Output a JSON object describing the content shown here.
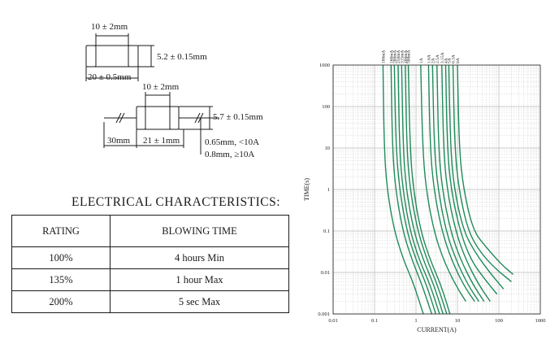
{
  "drawing": {
    "top_fuse": {
      "body_length": "10 ± 2mm",
      "diameter": "5.2 ± 0.15mm",
      "overall_length": "20 ± 0.5mm"
    },
    "lead_fuse": {
      "body_length": "10 ± 2mm",
      "diameter": "5.7 ± 0.15mm",
      "lead_length": "30mm",
      "cap_to_cap": "21 ± 1mm",
      "lead_dia_small": "0.65mm, <10A",
      "lead_dia_large": "0.8mm, ≥10A"
    }
  },
  "electrical": {
    "title": "ELECTRICAL CHARACTERISTICS:",
    "headers": [
      "RATING",
      "BLOWING TIME"
    ],
    "rows": [
      {
        "rating": "100%",
        "time": "4 hours Min"
      },
      {
        "rating": "135%",
        "time": "1 hour Max"
      },
      {
        "rating": "200%",
        "time": "5 sec Max"
      }
    ]
  },
  "colors": {
    "curve": "#1f8a5a",
    "grid": "#b8b8b8"
  },
  "chart_data": {
    "type": "line",
    "xlabel": "CURRENT(A)",
    "ylabel": "TIME(s)",
    "x_scale": "log",
    "y_scale": "log",
    "xlim": [
      0.01,
      1000
    ],
    "ylim": [
      0.001,
      1000
    ],
    "x_ticks": [
      "0.01",
      "0.1",
      "1",
      "10",
      "100",
      "1000"
    ],
    "y_ticks": [
      "1000",
      "100",
      "10",
      "1",
      "0.1",
      "0.01",
      "0.001"
    ],
    "grid": true,
    "series": [
      {
        "name": "100mA",
        "x": [
          0.16,
          0.17,
          0.2,
          0.3,
          0.5,
          0.9,
          1.5
        ],
        "y": [
          1000,
          10,
          1,
          0.1,
          0.02,
          0.005,
          0.001
        ]
      },
      {
        "name": "160mA",
        "x": [
          0.25,
          0.27,
          0.32,
          0.48,
          0.8,
          1.4,
          2.4
        ],
        "y": [
          1000,
          10,
          1,
          0.1,
          0.02,
          0.005,
          0.001
        ]
      },
      {
        "name": "200mA",
        "x": [
          0.3,
          0.33,
          0.4,
          0.6,
          1.0,
          1.8,
          3.0
        ],
        "y": [
          1000,
          10,
          1,
          0.1,
          0.02,
          0.005,
          0.001
        ]
      },
      {
        "name": "250mA",
        "x": [
          0.37,
          0.4,
          0.48,
          0.72,
          1.2,
          2.2,
          3.7
        ],
        "y": [
          1000,
          10,
          1,
          0.1,
          0.02,
          0.005,
          0.001
        ]
      },
      {
        "name": "315mA",
        "x": [
          0.45,
          0.49,
          0.58,
          0.88,
          1.5,
          2.7,
          4.5
        ],
        "y": [
          1000,
          10,
          1,
          0.1,
          0.02,
          0.005,
          0.001
        ]
      },
      {
        "name": "400mA",
        "x": [
          0.55,
          0.6,
          0.72,
          1.1,
          1.85,
          3.3,
          5.5
        ],
        "y": [
          1000,
          10,
          1,
          0.1,
          0.02,
          0.005,
          0.001
        ]
      },
      {
        "name": "500mA",
        "x": [
          0.65,
          0.72,
          0.86,
          1.3,
          2.2,
          4.0,
          6.6
        ],
        "y": [
          1000,
          10,
          1,
          0.1,
          0.02,
          0.005,
          0.001
        ]
      },
      {
        "name": "1A",
        "x": [
          1.3,
          1.45,
          1.75,
          2.7,
          4.6,
          9.0,
          16
        ],
        "y": [
          1000,
          10,
          1,
          0.1,
          0.02,
          0.005,
          0.002
        ]
      },
      {
        "name": "1.6A",
        "x": [
          2.0,
          2.2,
          2.7,
          4.2,
          7.2,
          14,
          26
        ],
        "y": [
          1000,
          10,
          1,
          0.1,
          0.02,
          0.005,
          0.002
        ]
      },
      {
        "name": "2A",
        "x": [
          2.5,
          2.75,
          3.4,
          5.3,
          9.2,
          18,
          33
        ],
        "y": [
          1000,
          10,
          1,
          0.1,
          0.02,
          0.005,
          0.002
        ]
      },
      {
        "name": "2.5A",
        "x": [
          3.2,
          3.5,
          4.3,
          6.8,
          12,
          24,
          44
        ],
        "y": [
          1000,
          10,
          1,
          0.1,
          0.02,
          0.005,
          0.002
        ]
      },
      {
        "name": "3.15A",
        "x": [
          4.2,
          4.6,
          5.6,
          9.0,
          16,
          33,
          62
        ],
        "y": [
          1000,
          10,
          1,
          0.1,
          0.02,
          0.005,
          0.002
        ]
      },
      {
        "name": "4A",
        "x": [
          5.2,
          5.7,
          7.0,
          11.5,
          21,
          45,
          90
        ],
        "y": [
          1000,
          10,
          1,
          0.1,
          0.02,
          0.007,
          0.003
        ]
      },
      {
        "name": "5A",
        "x": [
          6.2,
          6.8,
          8.4,
          14,
          27,
          60,
          130
        ],
        "y": [
          1000,
          10,
          1,
          0.1,
          0.03,
          0.01,
          0.004
        ]
      },
      {
        "name": "6.3A",
        "x": [
          7.8,
          8.6,
          10.8,
          18,
          36,
          85,
          200
        ],
        "y": [
          1000,
          10,
          1,
          0.1,
          0.03,
          0.012,
          0.006
        ]
      },
      {
        "name": "8A",
        "x": [
          10,
          11,
          14,
          24,
          50,
          120,
          220
        ],
        "y": [
          1000,
          10,
          1,
          0.1,
          0.04,
          0.015,
          0.009
        ]
      }
    ]
  }
}
